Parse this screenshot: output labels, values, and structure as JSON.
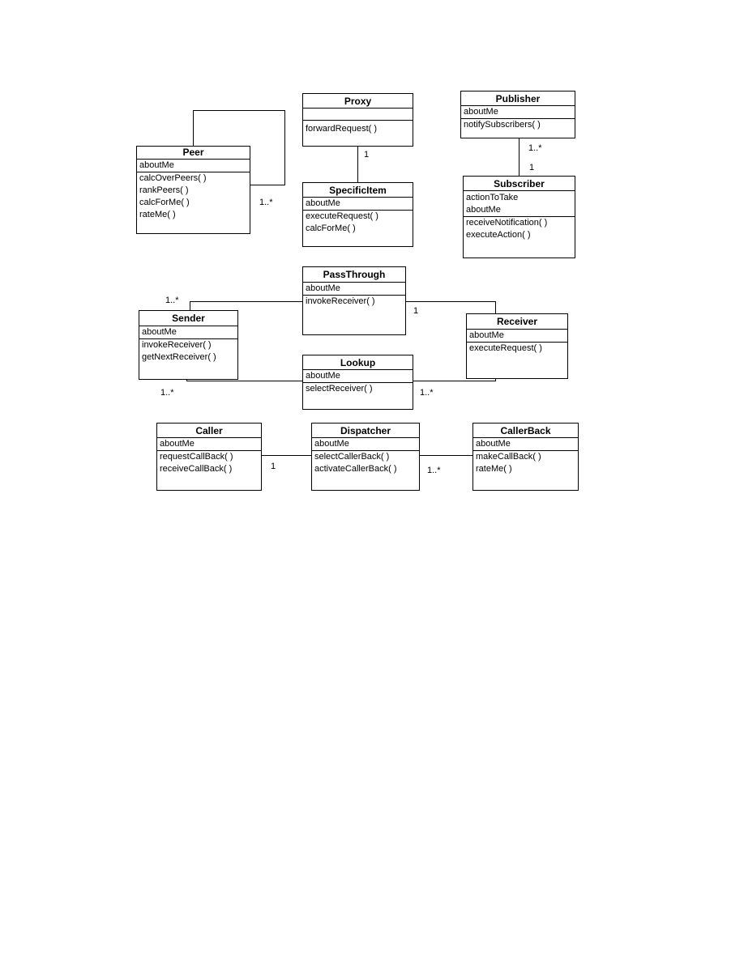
{
  "classes": {
    "peer": {
      "name": "Peer",
      "attributes": [
        "aboutMe"
      ],
      "operations": [
        "calcOverPeers( )",
        "rankPeers( )",
        "calcForMe( )",
        "rateMe( )"
      ]
    },
    "proxy": {
      "name": "Proxy",
      "attributes": [],
      "operations": [
        "forwardRequest( )"
      ]
    },
    "publisher": {
      "name": "Publisher",
      "attributes": [
        "aboutMe"
      ],
      "operations": [
        "notifySubscribers( )"
      ]
    },
    "specific_item": {
      "name": "SpecificItem",
      "attributes": [
        "aboutMe"
      ],
      "operations": [
        "executeRequest( )",
        "calcForMe( )"
      ]
    },
    "subscriber": {
      "name": "Subscriber",
      "attributes": [
        "actionToTake",
        "aboutMe"
      ],
      "operations": [
        "receiveNotification( )",
        "executeAction( )"
      ]
    },
    "pass_through": {
      "name": "PassThrough",
      "attributes": [
        "aboutMe"
      ],
      "operations": [
        "invokeReceiver( )"
      ]
    },
    "sender": {
      "name": "Sender",
      "attributes": [
        "aboutMe"
      ],
      "operations": [
        "invokeReceiver( )",
        "getNextReceiver( )"
      ]
    },
    "receiver": {
      "name": "Receiver",
      "attributes": [
        "aboutMe"
      ],
      "operations": [
        "executeRequest( )"
      ]
    },
    "lookup": {
      "name": "Lookup",
      "attributes": [
        "aboutMe"
      ],
      "operations": [
        "selectReceiver( )"
      ]
    },
    "caller": {
      "name": "Caller",
      "attributes": [
        "aboutMe"
      ],
      "operations": [
        "requestCallBack( )",
        "receiveCallBack( )"
      ]
    },
    "dispatcher": {
      "name": "Dispatcher",
      "attributes": [
        "aboutMe"
      ],
      "operations": [
        "selectCallerBack( )",
        "activateCallerBack( )"
      ]
    },
    "caller_back": {
      "name": "CallerBack",
      "attributes": [
        "aboutMe"
      ],
      "operations": [
        "makeCallBack( )",
        "rateMe( )"
      ]
    }
  },
  "multiplicities": {
    "peer_self": "1..*",
    "proxy_specific": "1",
    "publisher_side": "1..*",
    "subscriber_side": "1",
    "sender_pass": "1..*",
    "pass_receiver": "1",
    "sender_lookup": "1..*",
    "lookup_receiver": "1..*",
    "caller_dispatcher": "1",
    "dispatcher_callerback": "1..*"
  }
}
